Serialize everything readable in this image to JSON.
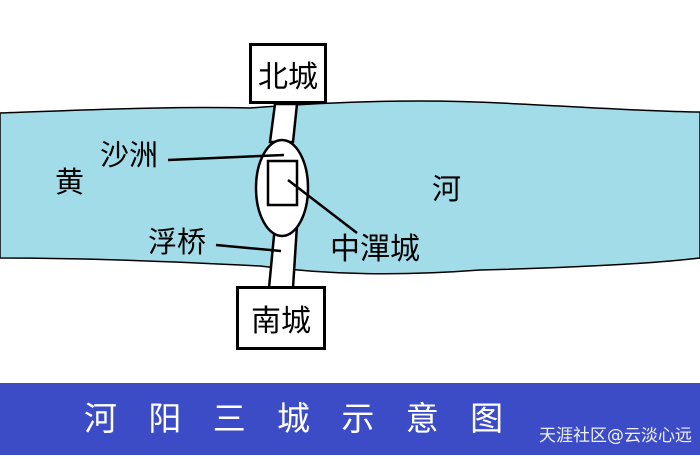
{
  "map": {
    "river_left_label": "黄",
    "river_right_label": "河",
    "north_city": "北城",
    "south_city": "南城",
    "middle_city": "中潬城",
    "sandbar": "沙洲",
    "pontoon_bridge": "浮桥"
  },
  "footer": {
    "caption": "河阳三城示意图",
    "watermark": "天涯社区@云淡心远"
  },
  "colors": {
    "river": "#a3dce9",
    "footer": "#3c4cc6",
    "line": "#000000",
    "background": "#ffffff"
  }
}
